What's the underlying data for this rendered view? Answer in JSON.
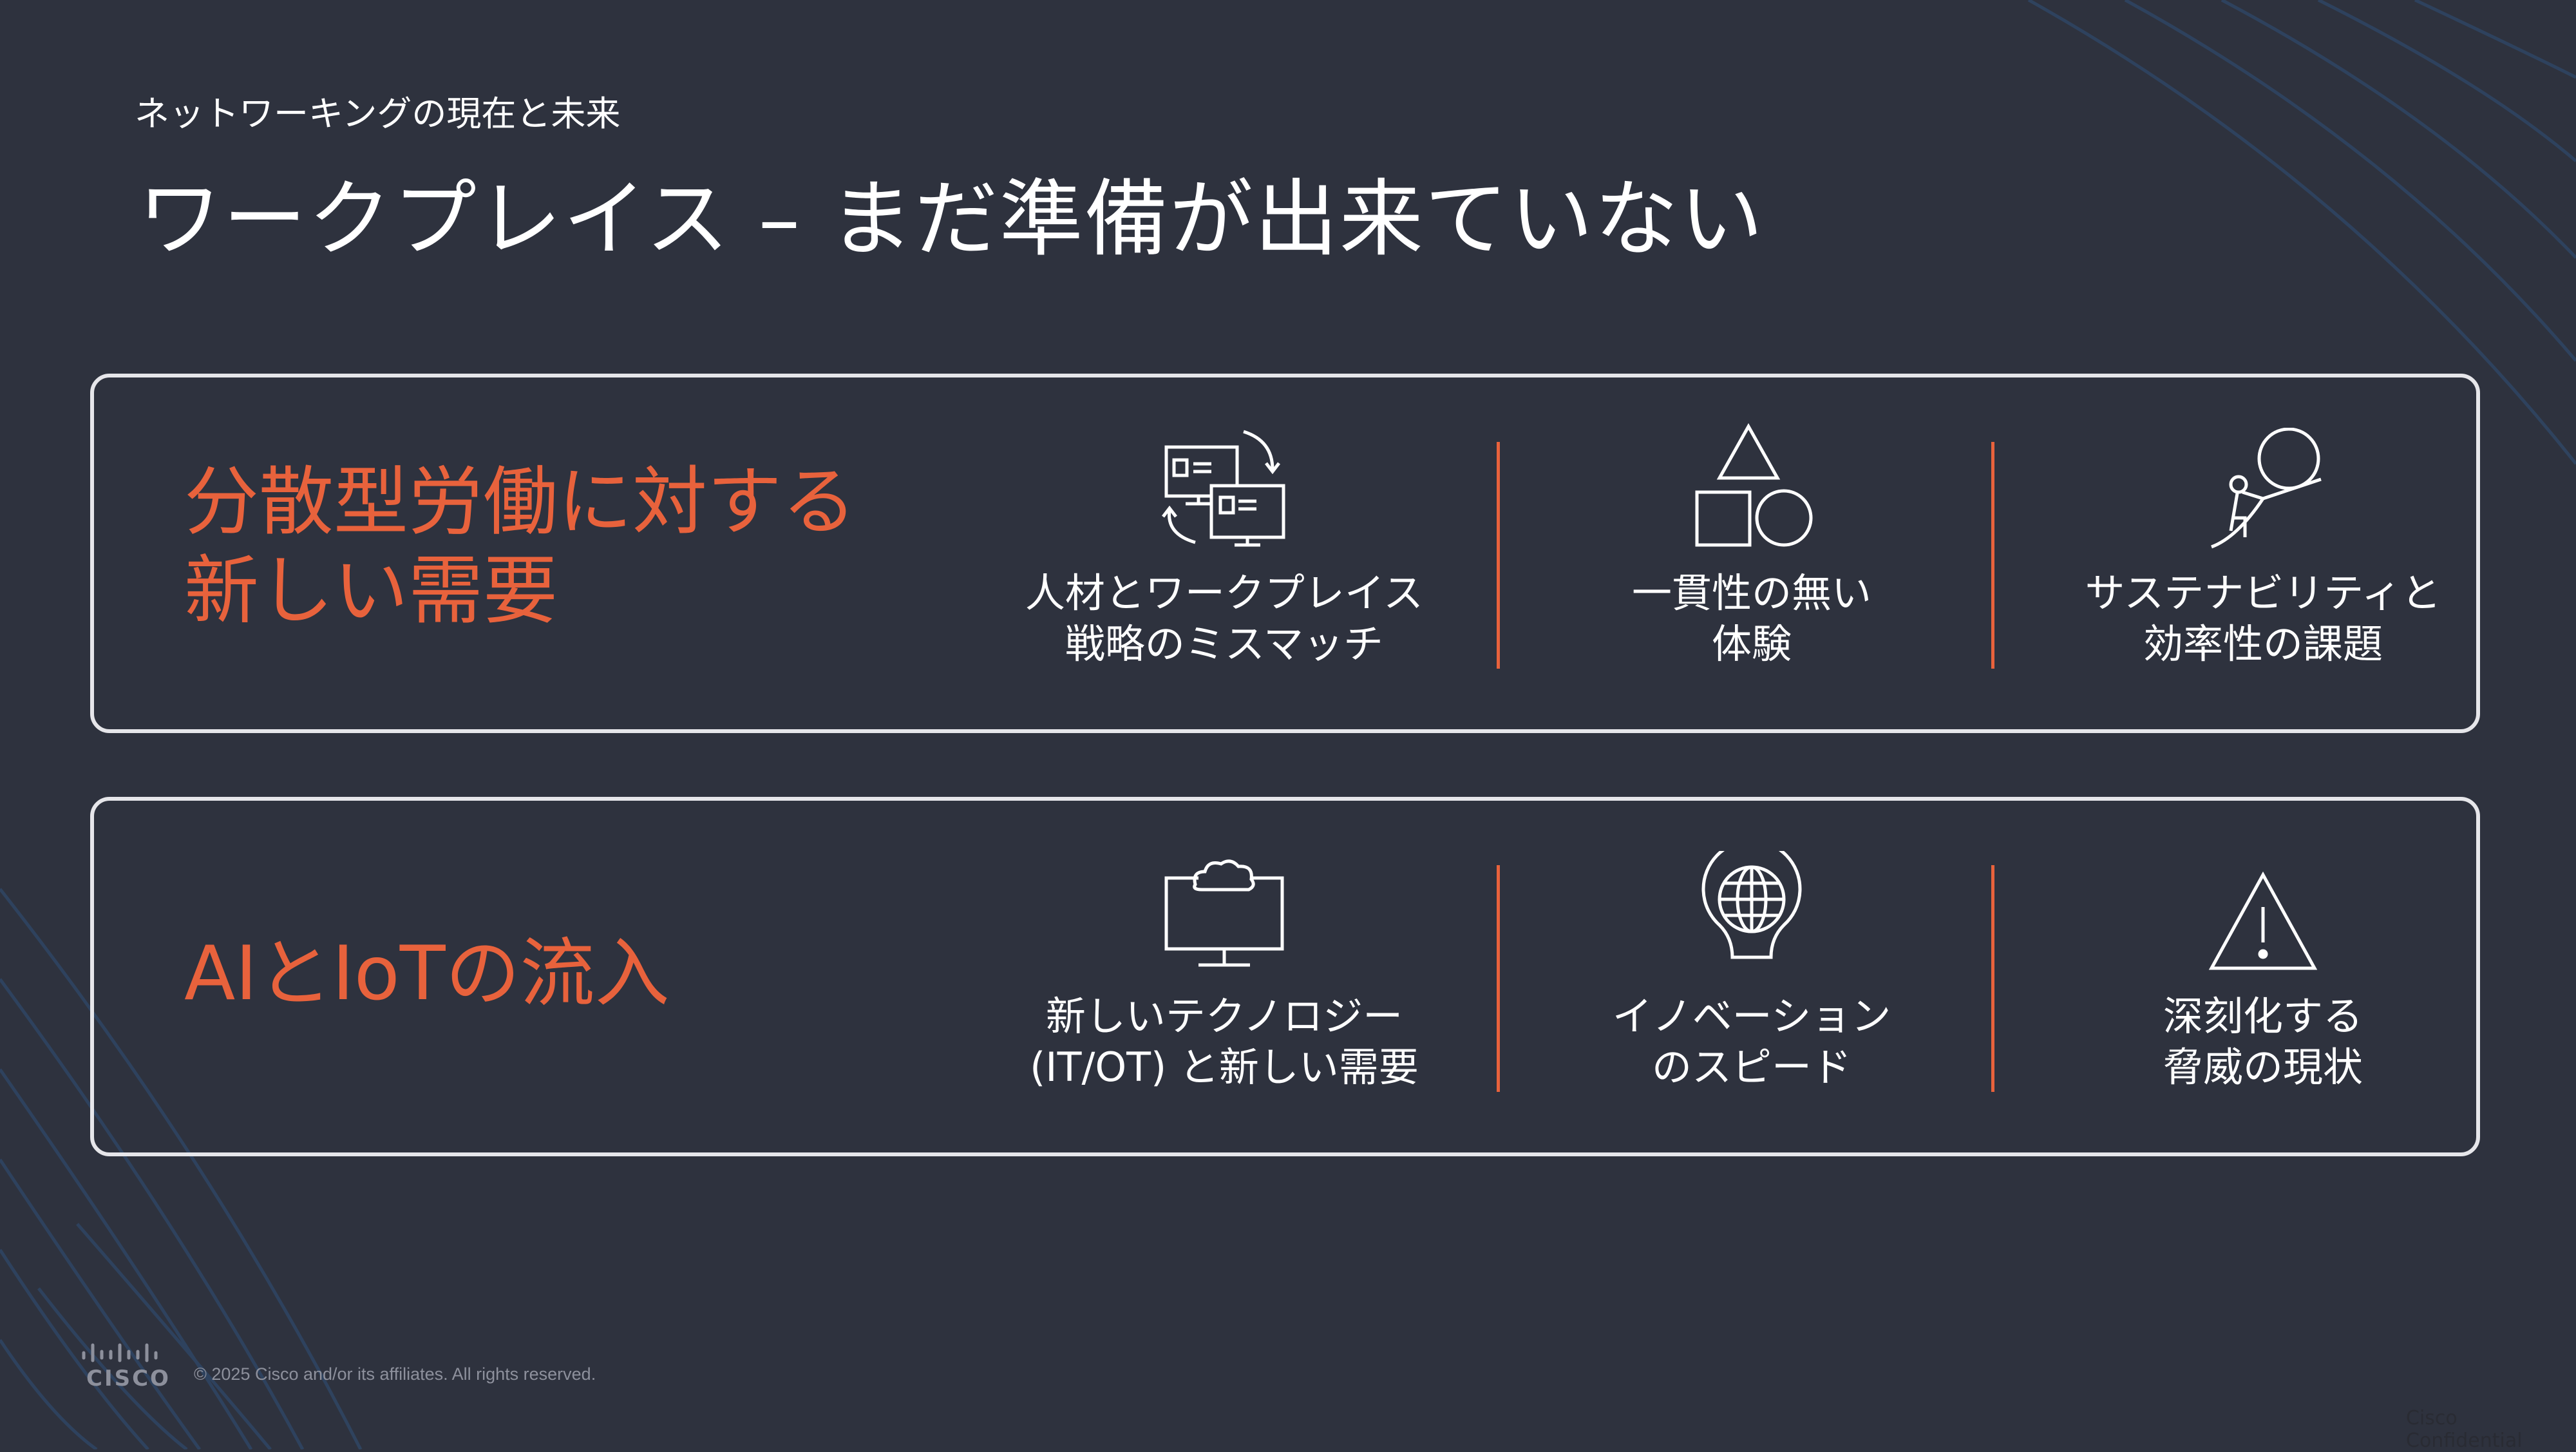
{
  "header": {
    "subtitle": "ネットワーキングの現在と未来",
    "title": "ワークプレイス – まだ準備が出来ていない"
  },
  "sections": [
    {
      "headline_lines": [
        "分散型労働に対する",
        "新しい需要"
      ],
      "items": [
        {
          "icon": "monitors-sync-icon",
          "lines": [
            "人材とワークプレイス",
            "戦略のミスマッチ"
          ]
        },
        {
          "icon": "shapes-icon",
          "lines": [
            "一貫性の無い",
            "体験"
          ]
        },
        {
          "icon": "boulder-uphill-icon",
          "lines": [
            "サステナビリティと",
            "効率性の課題"
          ]
        }
      ]
    },
    {
      "headline_lines": [
        "AIとIoTの流入"
      ],
      "items": [
        {
          "icon": "cloud-monitor-icon",
          "lines": [
            "新しいテクノロジー",
            "(IT/OT) と新しい需要"
          ]
        },
        {
          "icon": "globe-lightbulb-icon",
          "lines": [
            "イノベーション",
            "のスピード"
          ]
        },
        {
          "icon": "warning-triangle-icon",
          "lines": [
            "深刻化する",
            "脅威の現状"
          ]
        }
      ]
    }
  ],
  "footer": {
    "logo_text": "CISCO",
    "copyright": "© 2025 Cisco and/or its affiliates. All rights reserved.",
    "confidential": "Cisco Confidential"
  },
  "colors": {
    "background": "#2e323e",
    "accent": "#e8623c",
    "border": "#e6e6ea"
  }
}
